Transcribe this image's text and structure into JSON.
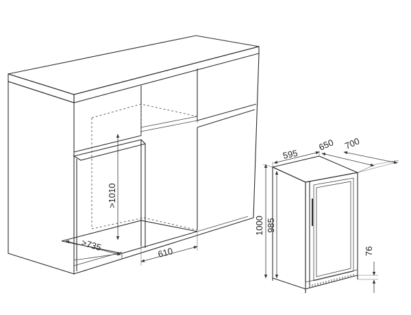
{
  "dimensions": {
    "niche_width": "610",
    "niche_depth": ">735",
    "niche_height": ">1010",
    "unit_width": "595",
    "unit_depth_body": "650",
    "unit_depth_total": "700",
    "unit_height_total": "1000",
    "unit_height_body": "985",
    "plinth_height": "76"
  }
}
